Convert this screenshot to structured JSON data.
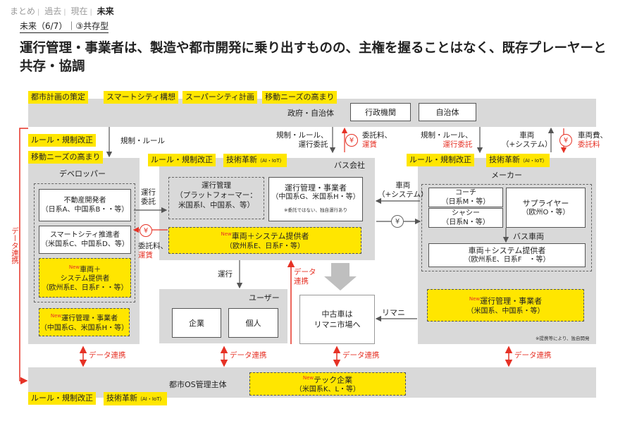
{
  "nav": {
    "items": [
      "まとめ",
      "過去",
      "現在",
      "未来"
    ],
    "separator": "|"
  },
  "subtitle": "未来（6/7）｜③共存型",
  "title": "運行管理・事業者は、製造や都市開発に乗り出すものの、主権を握ることはなく、既存プレーヤーと共存・協調",
  "top_tags": [
    "都市計画の策定",
    "スマートシティ構想",
    "スーパーシティ計画",
    "移動ニーズの高まり"
  ],
  "government": {
    "label": "政府・自治体",
    "boxes": [
      "行政機関",
      "自治体"
    ]
  },
  "developer": {
    "tags": [
      "ルール・規制改正",
      "移動ニーズの高まり"
    ],
    "label": "デベロッパー",
    "real_estate": {
      "title": "不動産開発者",
      "sub": "（日系A、中国系B・・等）"
    },
    "smart_city": {
      "title": "スマートシティ推進者",
      "sub": "（米国系C、中国系D、等）"
    },
    "vehicle_provider": {
      "new": "New",
      "title": "車両＋",
      "title2": "システム提供者",
      "sub": "（欧州系E、日系F・・等）"
    },
    "ops_provider": {
      "new": "New",
      "title": "運行管理・事業者",
      "sub": "（中国系G、米国系H・等）"
    }
  },
  "bus": {
    "tags": [
      "ルール・規制改正",
      "技術革新"
    ],
    "tag_small": "（AI・IoT）",
    "label": "バス会社",
    "platform": {
      "title": "運行管理",
      "sub1": "（プラットフォーマー：",
      "sub2": "米国系I、中国系、等）"
    },
    "ops": {
      "title": "運行管理・事業者",
      "sub": "（中国系G、米国系H・等）",
      "note": "※委託ではない、独自運行あり"
    },
    "vehicle": {
      "new": "New",
      "title": "車両＋システム提供者",
      "sub": "（欧州系E、日系F・等）"
    }
  },
  "maker": {
    "tags": [
      "ルール・規制改正",
      "技術革新"
    ],
    "tag_small": "（AI・IoT）",
    "label": "メーカー",
    "coach": {
      "title": "コーチ",
      "sub": "（日系M・等）"
    },
    "chassis": {
      "title": "シャシー",
      "sub": "（日系N・等）"
    },
    "supplier": {
      "title": "サプライヤー",
      "sub": "（欧州O・等）"
    },
    "bus_vehicle": "バス車両",
    "vehicle": {
      "title": "車両＋システム提供者",
      "sub": "（欧州系E、日系F　・等）"
    },
    "ops": {
      "new": "New",
      "title": "運行管理・事業者",
      "sub": "（米国系、中国系・等）"
    },
    "note": "※提携等により、独自開発"
  },
  "user": {
    "label": "ユーザー",
    "boxes": [
      "企業",
      "個人"
    ]
  },
  "used": {
    "line1": "中古車は",
    "line2": "リマニ市場へ",
    "arrow": "リマニ"
  },
  "city_os": {
    "label": "都市OS管理主体",
    "tech": {
      "new": "New",
      "title": "テック企業",
      "sub": "（米国系K、L・等）"
    }
  },
  "bottom_tags": [
    "ルール・規制改正",
    "技術革新"
  ],
  "bottom_tag_small": "（AI・IoT）",
  "flows": {
    "rules1": "規制・ルール",
    "rules2_a": "規制・ルール、",
    "rules2_b": "運行委託",
    "fee1_a": "委託料、",
    "fee1_b": "運賃",
    "rules3_a": "規制・ルール、",
    "rules3_b": "運行委託",
    "vehicle_a": "車両",
    "vehicle_b": "（+システム）",
    "vehicle_fee_a": "車両費、",
    "vehicle_fee_b": "委託料",
    "ops_commission_a": "運行",
    "ops_commission_b": "委託",
    "fee2_a": "委託料、",
    "fee2_b": "運賃",
    "vehicle2_a": "車両",
    "vehicle2_b": "（+システム）",
    "operation": "運行",
    "data": "データ連携",
    "data_a": "データ",
    "data_b": "連携",
    "yen": "¥"
  }
}
